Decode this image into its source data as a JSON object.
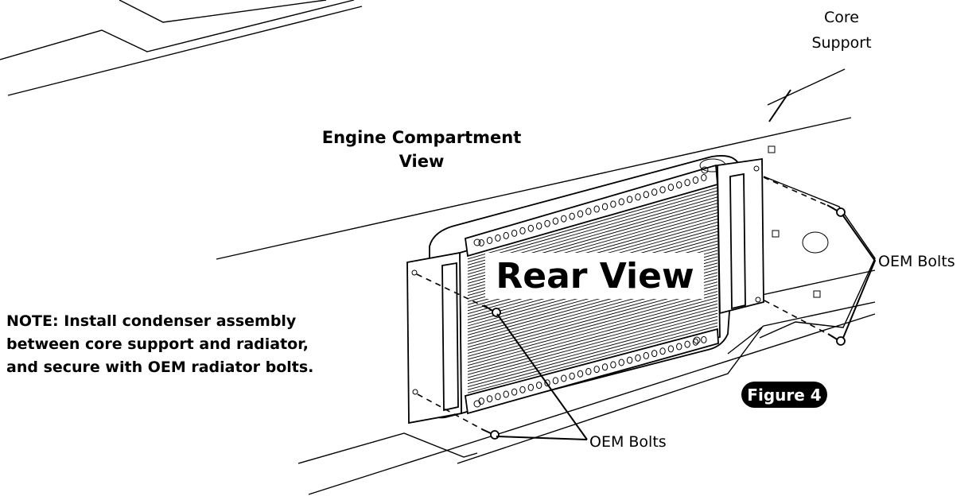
{
  "labels": {
    "core_support": [
      "Core",
      "Support"
    ],
    "engine_view": [
      "Engine Compartment",
      "View"
    ],
    "rear_view": "Rear View",
    "oem_bolts_right": "OEM Bolts",
    "oem_bolts_bottom": "OEM Bolts",
    "figure": "Figure 4",
    "note": [
      "NOTE: Install condenser assembly",
      "between core support and radiator,",
      "and secure with OEM radiator bolts."
    ]
  },
  "colors": {
    "ink": "#000000",
    "paper": "#ffffff"
  }
}
